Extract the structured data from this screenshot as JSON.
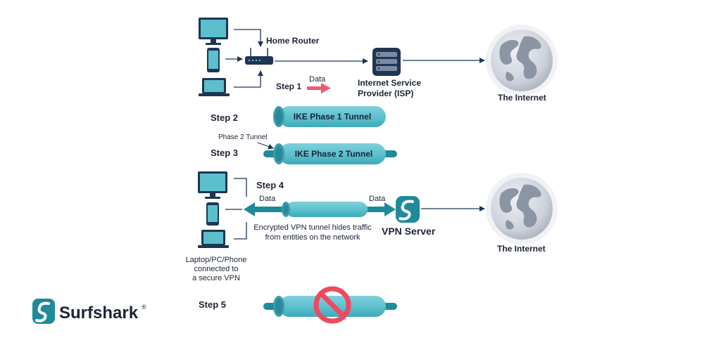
{
  "labels": {
    "home_router": "Home Router",
    "isp_line1": "Internet Service",
    "isp_line2": "Provider (ISP)",
    "internet_top": "The Internet",
    "internet_bottom": "The Internet",
    "step1": "Step 1",
    "step2": "Step 2",
    "step3": "Step 3",
    "step4": "Step 4",
    "step5": "Step 5",
    "data_step1": "Data",
    "data_left": "Data",
    "data_right": "Data",
    "ike_phase1": "IKE Phase 1 Tunnel",
    "ike_phase2": "IKE Phase 2 Tunnel",
    "phase2_tunnel": "Phase 2 Tunnel",
    "vpn_server": "VPN Server",
    "encrypted_line1": "Encrypted VPN tunnel hides traffic",
    "encrypted_line2": "from entities on the network",
    "devices_line1": "Laptop/PC/Phone",
    "devices_line2": "connected to",
    "devices_line3": "a secure VPN"
  },
  "brand": {
    "name": "Surfshark",
    "registered": "®"
  },
  "colors": {
    "teal": "#5bbfcc",
    "teal_dark": "#1f8a99",
    "navy": "#1e3554",
    "red_arrow": "#ef5b6e",
    "block_red": "#ee4a5f",
    "globe": "#c7ccd6",
    "globe_land": "#8c95a4"
  },
  "icons": {
    "device": "monitor-icon",
    "phone": "phone-icon",
    "laptop": "laptop-icon",
    "router": "router-icon",
    "server": "server-icon",
    "globe": "globe-icon",
    "block": "prohibited-icon",
    "vpn": "surfshark-logo-icon"
  }
}
